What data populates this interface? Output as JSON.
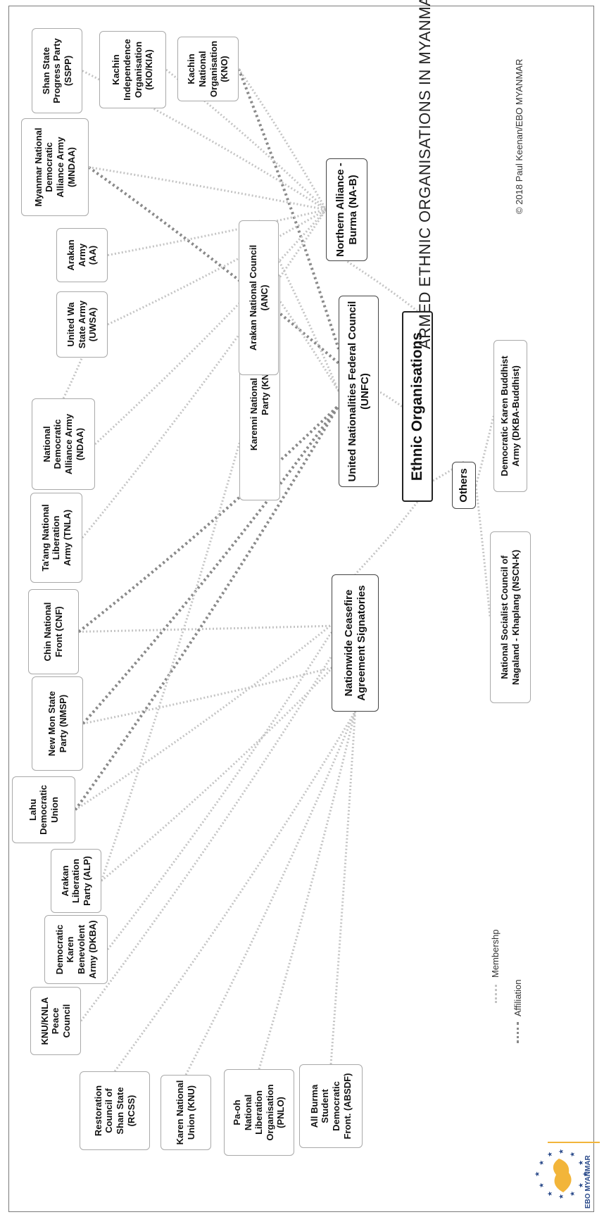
{
  "title": "ARMED ETHNIC ORGANISATIONS IN MYANMAR",
  "copyright": "© 2018 Paul Keenan/EBO MYANMAR",
  "logo_text": "EBO MYANMAR",
  "legend": {
    "membership": "Membershp",
    "affiliation": "Affiliation"
  },
  "colors": {
    "membership_line": "#c4c4c4",
    "affiliation_line": "#8a8a8a",
    "logo_map": "#f2b53a",
    "logo_stars": "#2a4a8a"
  },
  "nodes": {
    "root": "Ethnic Organisations",
    "ncas": "Nationwide Ceasefire\nAgreement Signatories",
    "unfc": "United Nationalities Federal Council\n(UNFC)",
    "nab": "Northern Alliance -\nBurma (NA-B)",
    "others": "Others",
    "knu_knla": "KNU/KNLA\nPeace Council",
    "rcss": "Restoration\nCouncil of\nShan State\n(RCSS)",
    "knu": "Karen National\nUnion (KNU)",
    "pnlo": "Pa-oh\nNational\nLiberation\nOrganisation\n(PNLO)",
    "absdf": "All Burma\nStudent\nDemocratic\nFront. (ABSDF)",
    "dkba": "Democratic\nKaren\nBenevolent\nArmy (DKBA)",
    "alp": "Arakan\nLiberation\nParty (ALP)",
    "ldu": "Lahu\nDemocratic\nUnion",
    "nmsp": "New Mon State\nParty (NMSP)",
    "cnf": "Chin National\nFront (CNF)",
    "tnla": "Ta'ang National\nLiberation\nArmy (TNLA)",
    "ndaa": "National\nDemocratic\nAlliance Army\n(NDAA)",
    "uwsa": "United Wa\nState Army\n(UWSA)",
    "aa": "Arakan\nArmy\n(AA)",
    "mndaa": "Myanmar National\nDemocratic\nAlliance Army\n(MNDAA)",
    "sspp": "Shan State\nProgress Party\n(SSPP)",
    "kio": "Kachin\nIndependence\nOrganisation\n(KIO/KIA)",
    "kno": "Kachin\nNational\nOrganisation\n(KNO)",
    "knpp": "Karenni National Progressive\nParty (KNPP)",
    "anc": "Arakan National Council\n(ANC)",
    "nscn": "National Socialist Council of\nNagaland - Khaplang (NSCN-K)",
    "dkba_b": "Democratic Karen Buddhist\nArmy (DKBA-Buddhist)"
  }
}
